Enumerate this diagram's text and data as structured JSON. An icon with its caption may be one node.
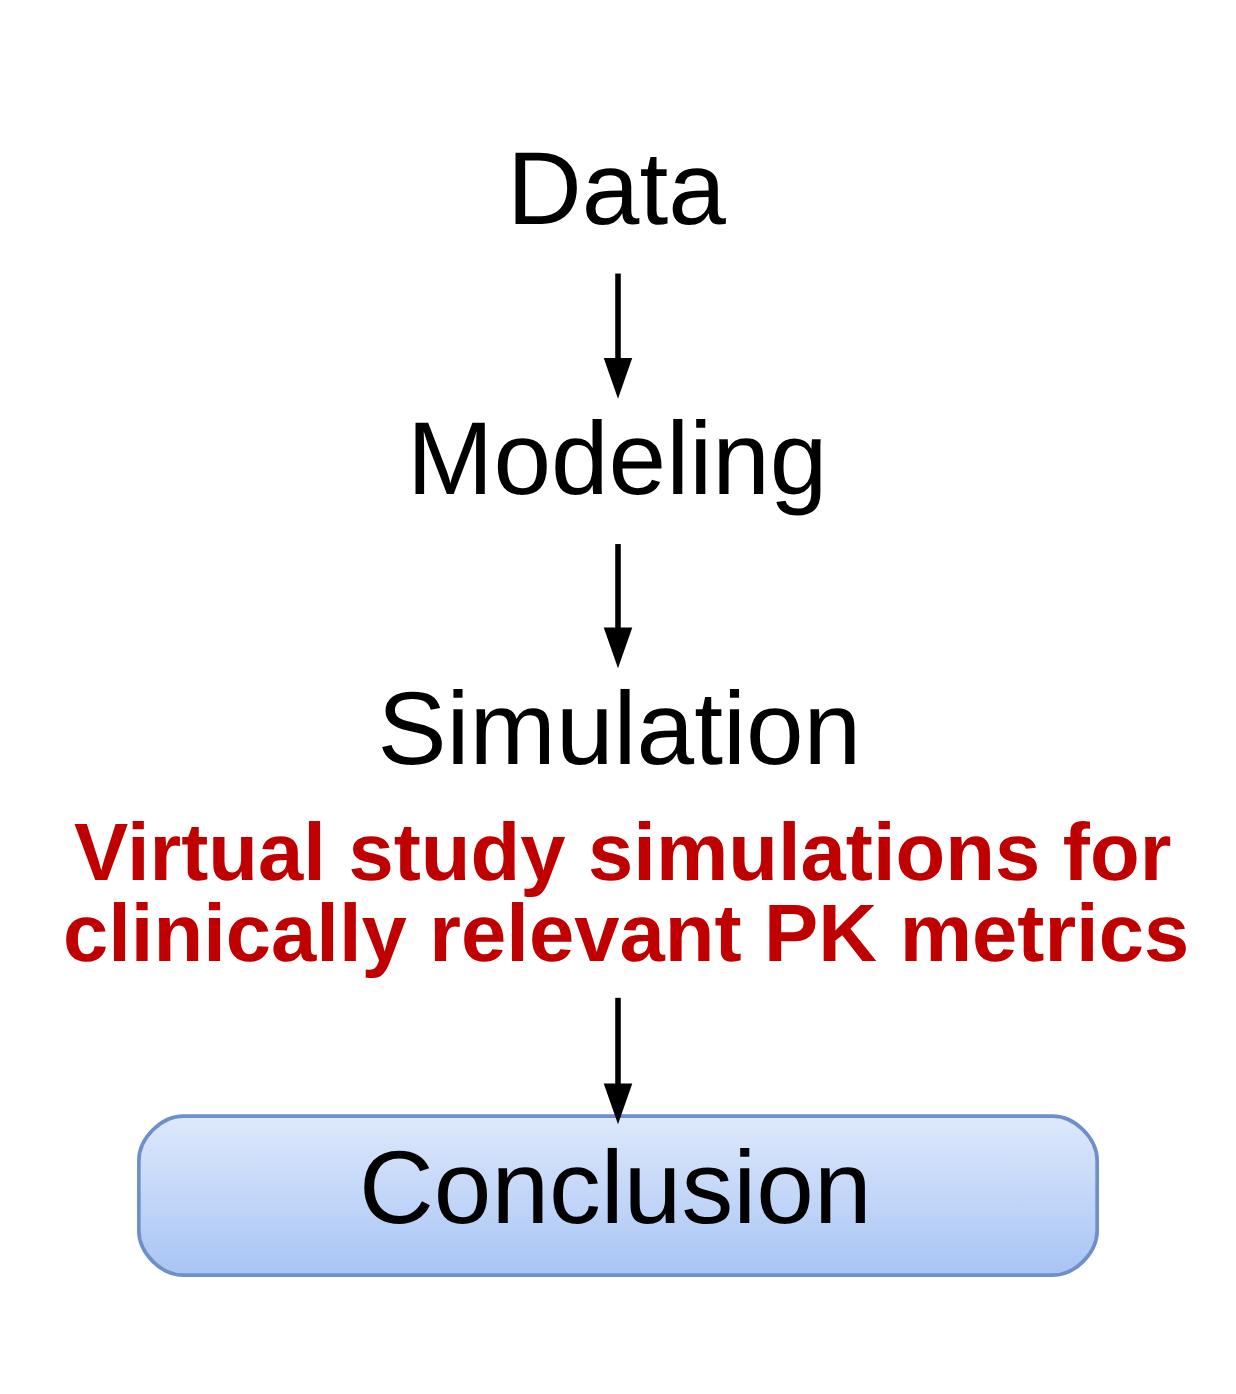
{
  "diagram": {
    "nodes": [
      {
        "text": [
          "Data"
        ]
      },
      {
        "text": [
          "Modeling"
        ]
      },
      {
        "text": [
          "Simulation"
        ],
        "beside": [
          "Virtual study simulations for clinically relevant PK metrics"
        ]
      },
      {
        "text": [
          "Conclusion"
        ]
      }
    ],
    "edges": [
      {
        "from": 0,
        "to": 1,
        "arrow": "to"
      },
      {
        "from": 1,
        "to": 2,
        "arrow": "to"
      },
      {
        "from": 2,
        "to": 3,
        "arrow": "to"
      }
    ]
  }
}
